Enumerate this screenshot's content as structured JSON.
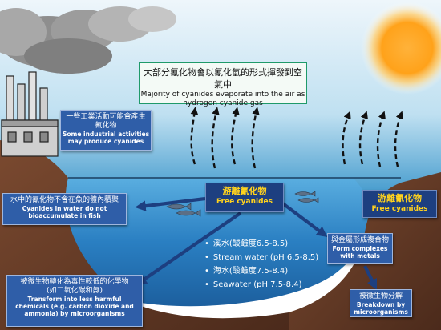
{
  "title": {
    "zh": "大部分氰化物會以氰化氫的形式揮發到空氣中",
    "en_line1": "Majority of cyanides evaporate into the air as",
    "en_line2": "hydrogen cyanide gas"
  },
  "industry": {
    "zh_line1": "一些工業活動可能會產生",
    "zh_line2": "氰化物",
    "en_line1": "Some industrial activities",
    "en_line2": "may produce cyanides"
  },
  "fish": {
    "zh": "水中的氰化物不會在魚的體內積聚",
    "en_line1": "Cyanides in water do not",
    "en_line2": "bioaccumulate in fish"
  },
  "free_center": {
    "zh": "游離氰化物",
    "en": "Free cyanides"
  },
  "free_right": {
    "zh": "游離氰化物",
    "en": "Free cyanides"
  },
  "ph_list": [
    "溪水(酸鹼度6.5-8.5)",
    "Stream water (pH 6.5-8.5)",
    "海水(酸鹼度7.5-8.4)",
    "Seawater (pH 7.5-8.4)"
  ],
  "complex": {
    "zh": "與金屬形成複合物",
    "en_line1": "Form complexes",
    "en_line2": "with metals"
  },
  "micro": {
    "zh_line1": "被微生物轉化為毒性較低的化學物",
    "zh_line2": "(如二氧化碳和氨)",
    "en_line1": "Transform into less harmful",
    "en_line2": "chemicals (e.g. carbon dioxide and",
    "en_line3": "ammonia) by microorganisms"
  },
  "breakdown": {
    "zh": "被微生物分解",
    "en_line1": "Breakdown by",
    "en_line2": "microorganisms"
  },
  "colors": {
    "sky_top": "#eef6fb",
    "sky_mid": "#a9d3ea",
    "sky_bottom": "#2f8fc7",
    "water": "#2a7fc2",
    "land": "#6a3e2a",
    "box_blue": "#2f5ea8",
    "box_navy": "#1d3f80",
    "accent_gold": "#ffd21e",
    "title_border": "#1f9a6a",
    "sun": "#ffa21a"
  }
}
